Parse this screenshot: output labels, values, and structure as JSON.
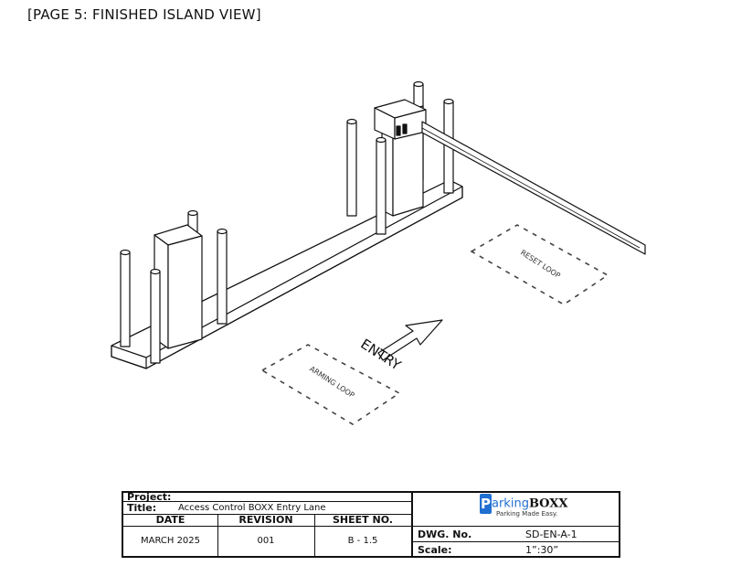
{
  "page_label": "[PAGE 5: FINISHED ISLAND VIEW]",
  "drawing": {
    "entry_label": "ENTRY",
    "arming_loop_label": "ARMING LOOP",
    "reset_loop_label": "RESET LOOP"
  },
  "title_block": {
    "project_label": "Project:",
    "title_label": "Title:",
    "title_value": "Access Control BOXX Entry Lane",
    "date_header": "DATE",
    "revision_header": "REVISION",
    "sheet_header": "SHEET NO.",
    "date_value": "MARCH 2025",
    "revision_value": "001",
    "sheet_value": "B - 1.5",
    "dwg_label": "DWG. No.",
    "dwg_value": "SD-EN-A-1",
    "scale_label": "Scale:",
    "scale_value": "1”:30”",
    "logo": {
      "initial": "P",
      "word_a": "arking",
      "word_b": "BOXX",
      "tagline": "Parking Made Easy."
    }
  }
}
